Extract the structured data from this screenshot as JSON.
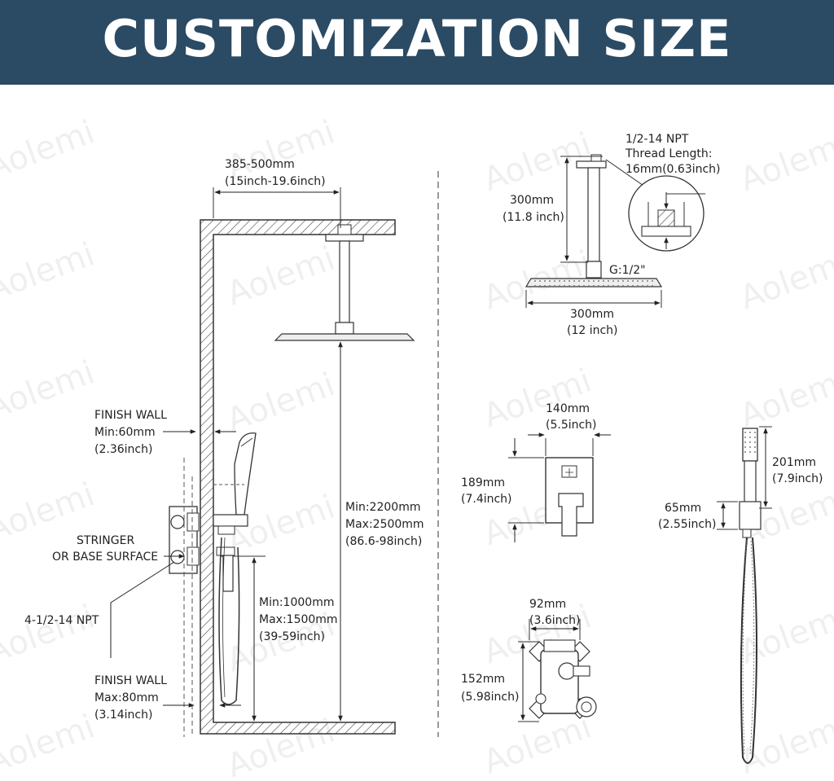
{
  "title": "CUSTOMIZATION SIZE",
  "watermark": "Aolemi",
  "colors": {
    "banner": "#2b4a63",
    "banner_text": "#ffffff",
    "line": "#333333"
  },
  "labels": {
    "arm_width": "385-500mm",
    "arm_width_in": "(15inch-19.6inch)",
    "finish_wall_top": "FINISH WALL",
    "finish_wall_top_min": "Min:60mm",
    "finish_wall_top_in": "(2.36inch)",
    "stringer_1": "STRINGER",
    "stringer_2": "OR BASE SURFACE",
    "npt": "4-1/2-14 NPT",
    "finish_wall_bottom": "FINISH WALL",
    "finish_wall_bottom_max": "Max:80mm",
    "finish_wall_bottom_in": "(3.14inch)",
    "head_height_min": "Min:2200mm",
    "head_height_max": "Max:2500mm",
    "head_height_in": "(86.6-98inch)",
    "valve_height_min": "Min:1000mm",
    "valve_height_max": "Max:1500mm",
    "valve_height_in": "(39-59inch)",
    "thread_1": "1/2-14 NPT",
    "thread_2": "Thread Length:",
    "thread_3": "16mm(0.63inch)",
    "arm_len": "300mm",
    "arm_len_in": "(11.8 inch)",
    "g_thread": "G:1/2\"",
    "head_w": "300mm",
    "head_w_in": "(12 inch)",
    "plate_w": "140mm",
    "plate_w_in": "(5.5inch)",
    "plate_h": "189mm",
    "plate_h_in": "(7.4inch)",
    "hand_h": "201mm",
    "hand_h_in": "(7.9inch)",
    "holder_h": "65mm",
    "holder_h_in": "(2.55inch)",
    "valve_w": "92mm",
    "valve_w_in": "(3.6inch)",
    "valve_h": "152mm",
    "valve_h_in": "(5.98inch)"
  }
}
